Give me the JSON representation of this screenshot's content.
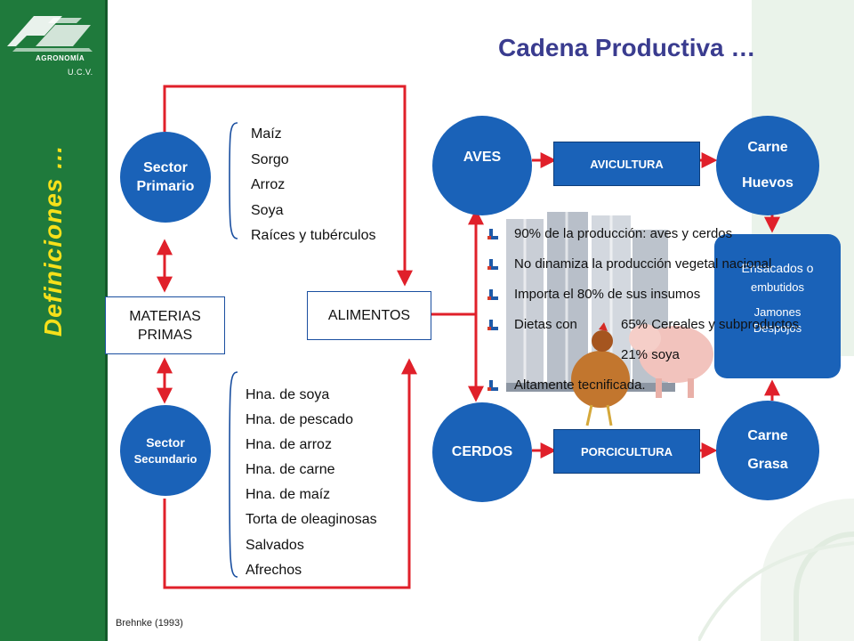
{
  "sidebar": {
    "logo_text": "AGRONOMÍA",
    "logo_sub": "U.C.V.",
    "vertical_title": "Definiciones …"
  },
  "header": {
    "title": "Cadena Productiva …"
  },
  "nodes": {
    "sector_primario": "Sector\nPrimario",
    "materias_primas": "MATERIAS\nPRIMAS",
    "sector_secundario_1": "Sector",
    "sector_secundario_2": "Secundario",
    "alimentos": "ALIMENTOS",
    "aves": "AVES",
    "cerdos": "CERDOS",
    "avicultura": "AVICULTURA",
    "porcicultura": "PORCICULTURA",
    "carne_huevos_1": "Carne",
    "carne_huevos_2": "Huevos",
    "carne_grasa_1": "Carne",
    "carne_grasa_2": "Grasa"
  },
  "primary_products": [
    "Maíz",
    "Sorgo",
    "Arroz",
    "Soya",
    "Raíces y tubérculos"
  ],
  "secondary_products": [
    "Hna. de soya",
    "Hna. de pescado",
    "Hna. de arroz",
    "Hna. de carne",
    "Hna. de maíz",
    "Torta de oleaginosas",
    "Salvados",
    "Afrechos"
  ],
  "embutidos": {
    "line1": "Ensacados o",
    "line2": "embutidos",
    "line3": "Jamones",
    "line4": "Despojos"
  },
  "facts": [
    "90% de la producción: aves y cerdos",
    "No dinamiza la producción vegetal nacional",
    "Importa el 80% de sus insumos",
    "Dietas con",
    "",
    "Altamente tecnificada."
  ],
  "diet": {
    "line1": "65% Cereales y subproductos",
    "line2": "21% soya"
  },
  "reference": "Brehnke  (1993)",
  "colors": {
    "sidebar": "#1f7a3c",
    "accent_yellow": "#f6e01a",
    "node_blue": "#1a62b8",
    "arrow_red": "#e0202a",
    "title": "#3a3c8f"
  }
}
